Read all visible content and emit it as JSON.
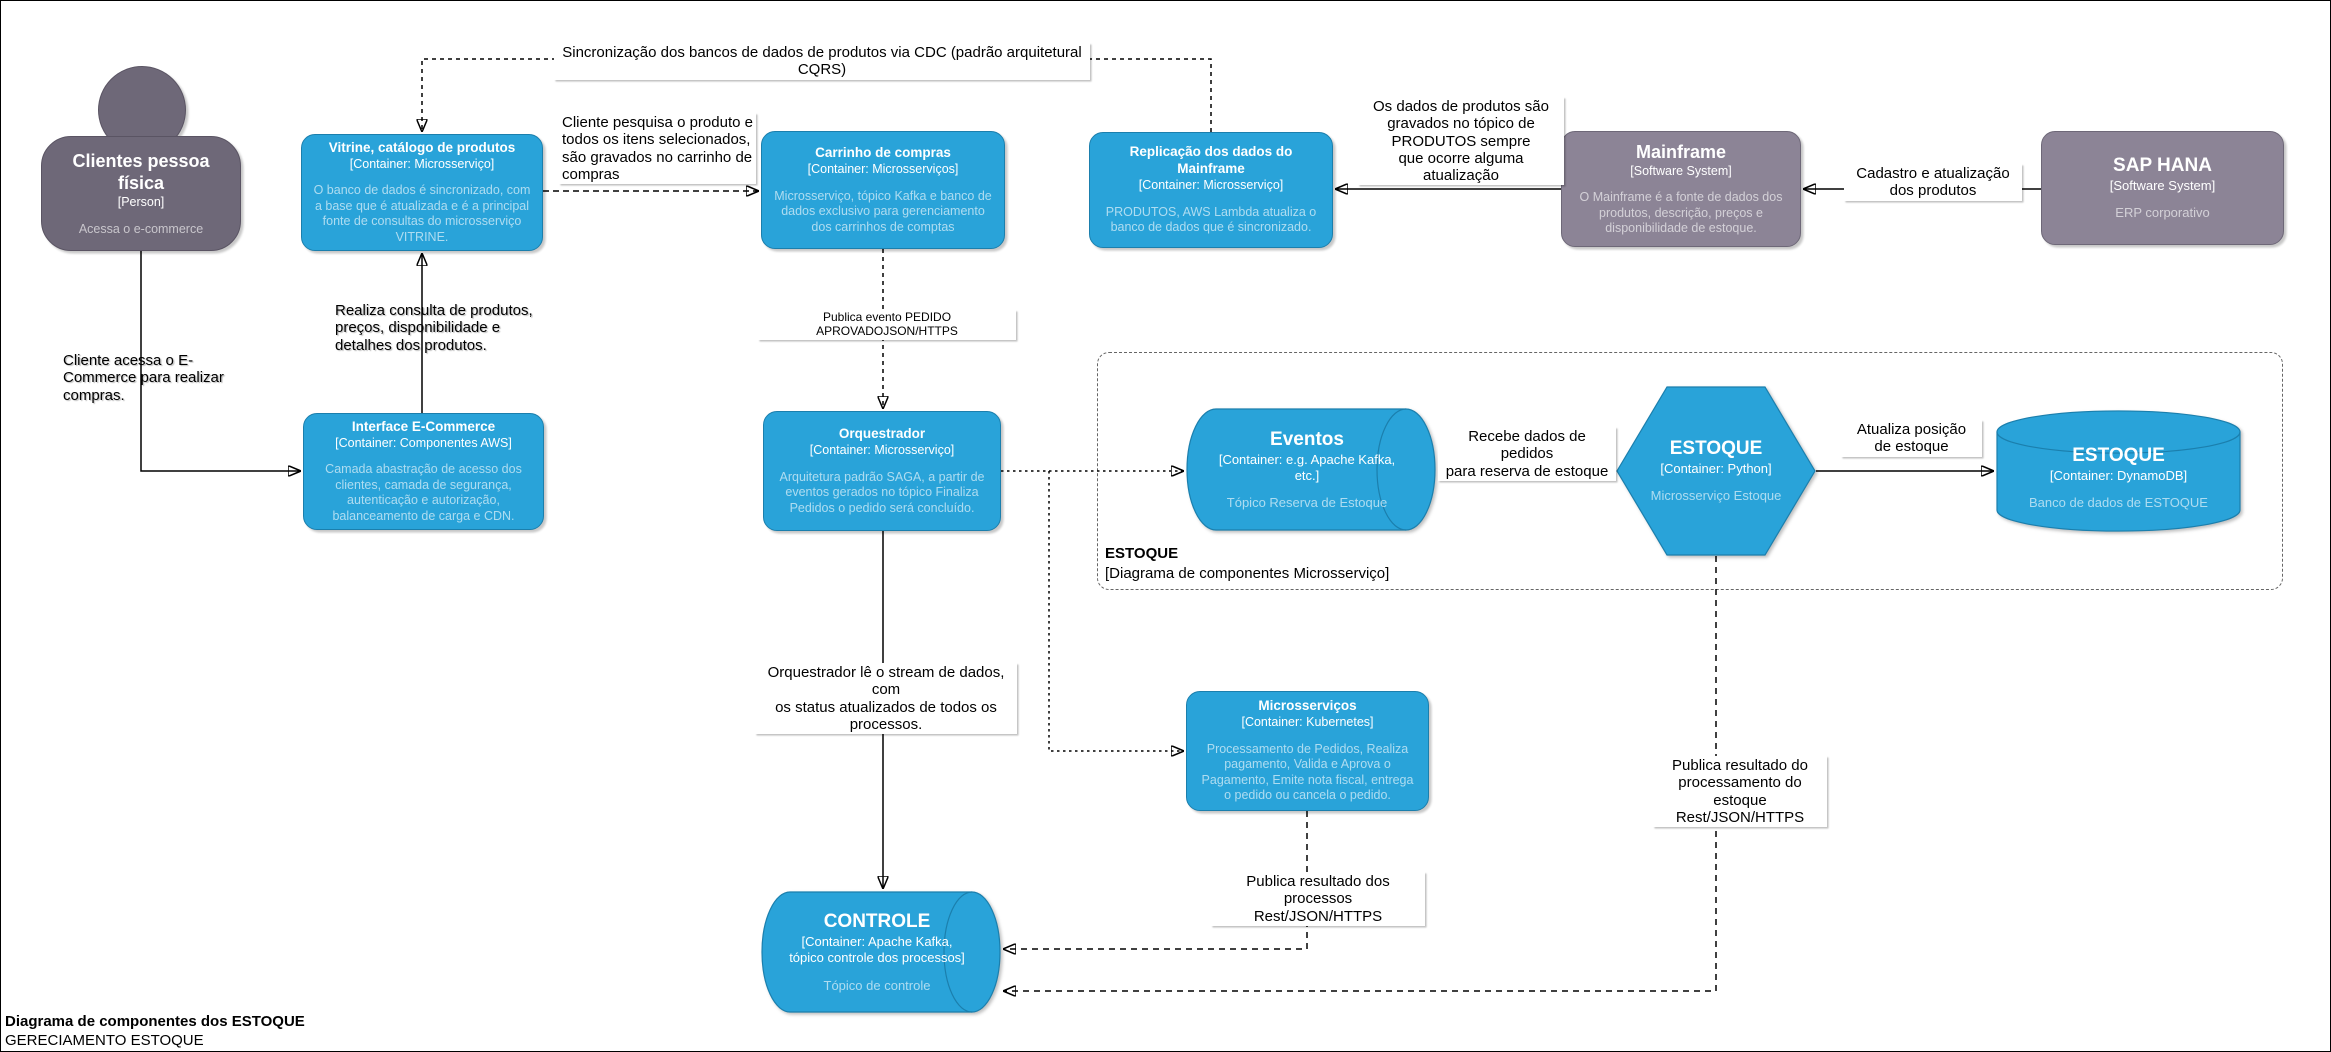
{
  "colors": {
    "container_fill": "#29A3D9",
    "container_stroke": "#1B7FAD",
    "system_fill": "#8C8496",
    "system_stroke": "#6E6878",
    "person_fill": "#6E6878",
    "person_stroke": "#5A5463",
    "edge": "#000000",
    "boundary": "#666666",
    "label_bg": "#FFFFFF"
  },
  "nodes": {
    "clientes": {
      "title": "Clientes pessoa física",
      "type": "[Person]",
      "desc": "Acessa o e-commerce"
    },
    "vitrine": {
      "title": "Vitrine, catálogo de produtos",
      "type": "[Container: Microsserviço]",
      "desc": "O banco de dados é sincronizado, com a base que é atualizada e é a principal fonte de consultas do microsserviço VITRINE."
    },
    "carrinho": {
      "title": "Carrinho de compras",
      "type": "[Container: Microsserviços]",
      "desc": "Microsserviço, tópico Kafka e banco de dados exclusivo para gerenciamento dos carrinhos de comptas"
    },
    "replicacao": {
      "title": "Replicação dos dados do Mainframe",
      "type": "[Container: Microsserviço]",
      "desc": "PRODUTOS, AWS Lambda atualiza o banco de dados que é sincronizado."
    },
    "mainframe": {
      "title": "Mainframe",
      "type": "[Software System]",
      "desc": "O Mainframe é a fonte de dados dos produtos, descrição, preços e disponibilidade de estoque."
    },
    "saphana": {
      "title": "SAP HANA",
      "type": "[Software System]",
      "desc": "ERP corporativo"
    },
    "interface": {
      "title": "Interface E-Commerce",
      "type": "[Container: Componentes AWS]",
      "desc": "Camada abastração de acesso dos clientes, camada de segurança, autenticação e autorização, balanceamento de carga e CDN."
    },
    "orquestrador": {
      "title": "Orquestrador",
      "type": "[Container: Microsserviço]",
      "desc": "Arquitetura padrão SAGA, a partir de eventos gerados no tópico Finaliza Pedidos o pedido será concluído."
    },
    "eventos": {
      "title": "Eventos",
      "type": "[Container: e.g. Apache Kafka, etc.]",
      "desc": "Tópico Reserva de Estoque"
    },
    "estoque_ms": {
      "title": "ESTOQUE",
      "type": "[Container: Python]",
      "desc": "Microsserviço Estoque"
    },
    "estoque_db": {
      "title": "ESTOQUE",
      "type": "[Container: DynamoDB]",
      "desc": "Banco de dados de ESTOQUE"
    },
    "microsservicos": {
      "title": "Microsserviços",
      "type": "[Container: Kubernetes]",
      "desc": "Processamento de Pedidos, Realiza pagamento, Valida e Aprova o Pagamento, Emite nota fiscal, entrega o pedido ou cancela o pedido."
    },
    "controle": {
      "title": "CONTROLE",
      "type": "[Container: Apache Kafka, tópico controle dos processos]",
      "desc": "Tópico de controle"
    }
  },
  "boundary": {
    "title": "ESTOQUE",
    "subtitle": "[Diagrama de componentes Microsserviço]"
  },
  "edge_labels": {
    "cdc": "Sincronização dos bancos de dados de produtos via CDC (padrão arquitetural CQRS)",
    "pesquisa": "Cliente pesquisa o produto e\ntodos os itens selecionados,\nsão gravados no carrinho de\ncompras",
    "dados_produtos": "Os dados de produtos são\ngravados no tópico de\nPRODUTOS sempre\nque ocorre alguma\natualização",
    "cadastro": "Cadastro e atualização\ndos produtos",
    "consulta": "Realiza consulta de produtos,\npreços, disponibilidade e\ndetalhes dos produtos.",
    "acessa": "Cliente acessa o E-\nCommerce para realizar\ncompras.",
    "publica_pedido": "Publica evento PEDIDO APROVADOJSON/HTTPS",
    "recebe": "Recebe dados de pedidos\npara reserva de estoque",
    "atualiza": "Atualiza posição\nde estoque",
    "le_stream": "Orquestrador lê o stream de dados, com\nos status atualizados de todos os\nprocessos.",
    "publica_estoque": "Publica resultado do\nprocessamento do estoque\nRest/JSON/HTTPS",
    "publica_processos": "Publica resultado dos processos\nRest/JSON/HTTPS"
  },
  "footer": {
    "title": "Diagrama de componentes dos ESTOQUE",
    "subtitle": "GERECIAMENTO ESTOQUE"
  }
}
